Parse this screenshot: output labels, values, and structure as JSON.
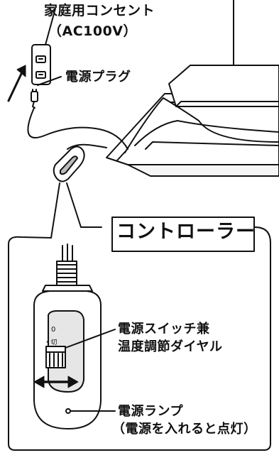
{
  "labels": {
    "outlet_line1": "家庭用コンセント",
    "outlet_line2": "（AC100V）",
    "plug": "電源プラグ",
    "controller_title": "コントローラー",
    "switch_line1": "電源スイッチ兼",
    "switch_line2": "温度調節ダイヤル",
    "lamp_line1": "電源ランプ",
    "lamp_line2": "（電源を入れると点灯）",
    "dial_zero": "0",
    "dial_off": "・切"
  },
  "icons": {
    "outlet": "wall-outlet-icon",
    "plug": "power-plug-icon",
    "controller": "controller-icon",
    "pad": "heated-pad-icon",
    "arrow": "plug-in-arrow-icon",
    "dial": "dial-icon",
    "lamp": "power-lamp-icon"
  },
  "colors": {
    "ink": "#111111",
    "paper": "#ffffff",
    "shade": "#e6e6e6"
  }
}
